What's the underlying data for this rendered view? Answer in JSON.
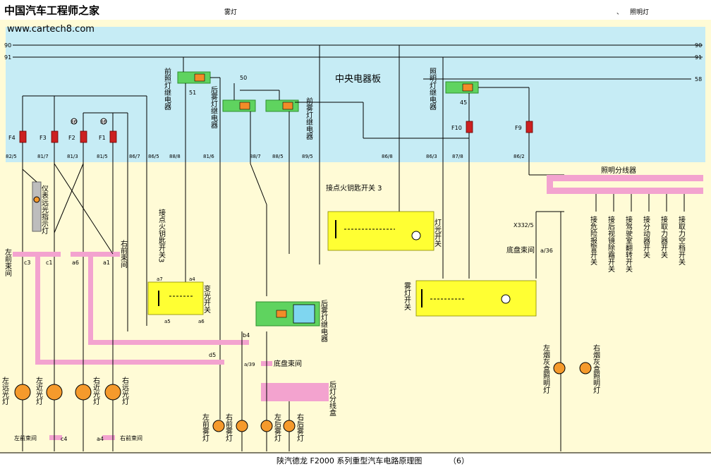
{
  "header": {
    "logo_text": "中国汽车工程师之家",
    "url": "www.cartech8.com",
    "section_fog": "雾灯",
    "section_dot": "、",
    "section_lighting": "照明灯"
  },
  "footer": {
    "title": "陕汽德龙 F2000 系列重型汽车电路原理图",
    "page": "（6）"
  },
  "central_panel": {
    "title": "中央电器板",
    "rail_labels": [
      "90",
      "91",
      "58"
    ]
  },
  "fuses": [
    "F4",
    "F3",
    "F2",
    "F1",
    "F10",
    "F9"
  ],
  "fuse_numbers": [
    "36",
    "36",
    "50",
    "51",
    "45"
  ],
  "connectors_top": [
    "82/5",
    "81/7",
    "81/3",
    "81/5",
    "86/7",
    "86/5",
    "88/8",
    "81/6",
    "88/7",
    "88/5",
    "89/5",
    "86/8",
    "86/3",
    "87/8",
    "86/2"
  ],
  "relays": {
    "front_lamp_relay": "前照灯继电器",
    "rear_fog_relay": "后雾灯继电器",
    "front_fog_relay": "前雾灯继电器",
    "lighting_relay": "照明灯继电器"
  },
  "labels": {
    "instrument_lamp": "仪表远光指示灯",
    "left_front_harness": "左前束间",
    "right_front_harness": "右前束间",
    "ignition_note_1": "接点火钥匙开关3",
    "ignition_note_2": "接点火钥匙开关 3",
    "dimmer_switch": "变光开关",
    "light_switch": "灯光开关",
    "fog_switch": "雾灯开关",
    "rear_fog_relay_box": "后雾灯继电器",
    "chassis_harness": "底盘束间",
    "chassis_harness_a36": "底盘束间",
    "lighting_branch": "照明分线器",
    "rear_lamp_box": "后灯分线盒",
    "x332": "X332/5",
    "a36": "a/36",
    "a39": "a/39",
    "left_ashtray": "左烟灰盒照明灯",
    "right_ashtray": "右烟灰盒照明灯",
    "left_low": "左远光灯",
    "left_near": "左近光灯",
    "right_low": "右近光灯",
    "right_high": "右远光灯",
    "left_front_fog": "左前雾灯",
    "right_front_fog": "右前雾灯",
    "left_rear_fog": "左后雾灯",
    "right_rear_fog": "右后雾灯"
  },
  "branch_outputs": [
    "接危险报警开关",
    "接后视镜除霜开关",
    "接驾驶室翻转开关",
    "接分动器开关",
    "接取力器开关",
    "接取力空档开关"
  ],
  "harness_pins": {
    "c3": "c3",
    "c1": "c1",
    "a6": "a6",
    "a1": "a1",
    "b4": "b4",
    "d5": "d5",
    "c4": "c4",
    "a4": "a4",
    "a7": "a7",
    "a4s": "a4",
    "a5": "a5",
    "a6s": "a6"
  },
  "colors": {
    "panel": "#c6ecf5",
    "lower_bg": "#fffbd6",
    "harness": "#f3a3cf",
    "relay": "#5fd35f",
    "switch_box": "#ffff33",
    "fuse": "#cc2020",
    "lamp": "#f59a2c"
  }
}
